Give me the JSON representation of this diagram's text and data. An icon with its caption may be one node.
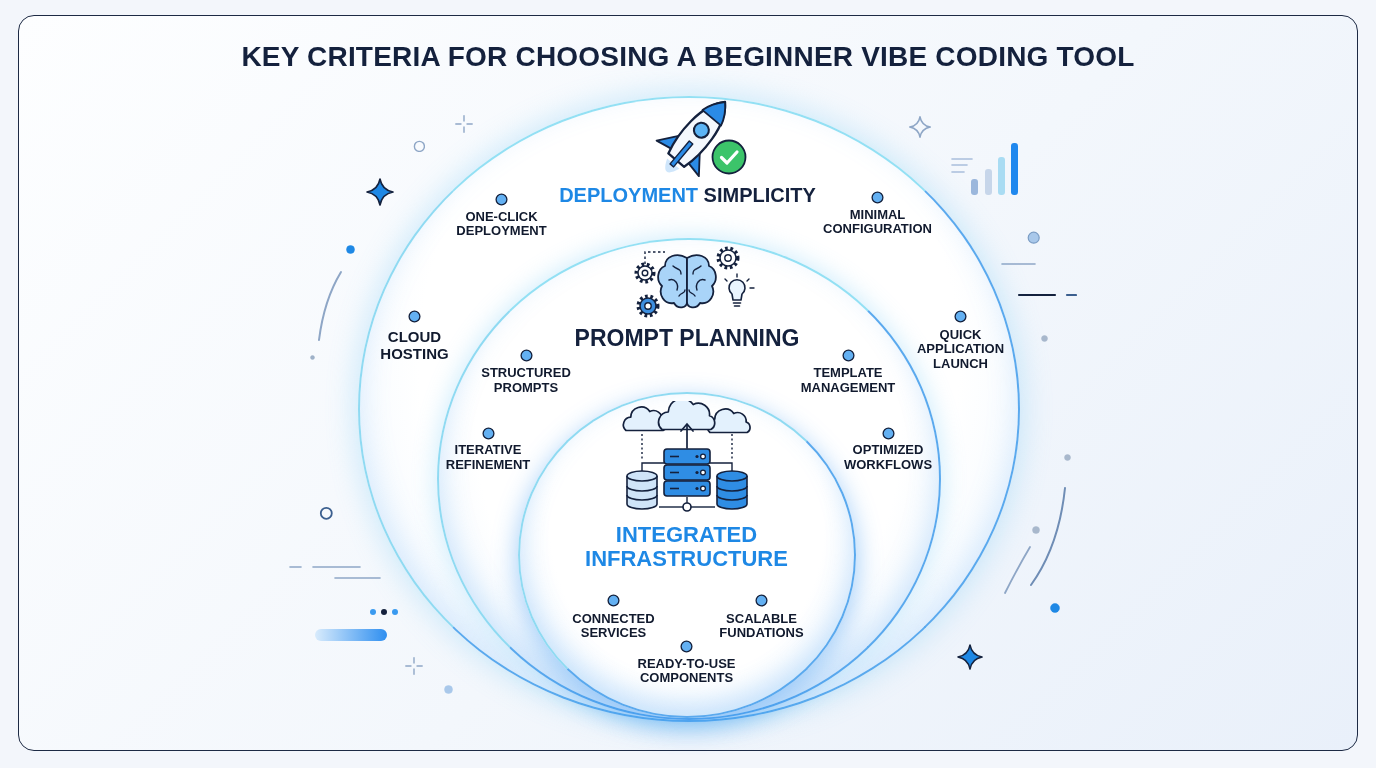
{
  "diagram": {
    "title": "KEY CRITERIA FOR CHOOSING A BEGINNER VIBE CODING TOOL",
    "nodes": [
      {
        "text": [
          "DEPLOYMENT SIMPLICITY",
          "ONE-CLICK DEPLOYMENT",
          "MINIMAL CONFIGURATION",
          "CLOUD HOSTING",
          "QUICK APPLICATION LAUNCH"
        ]
      },
      {
        "text": [
          "PROMPT PLANNING",
          "STRUCTURED PROMPTS",
          "TEMPLATE MANAGEMENT",
          "ITERATIVE REFINEMENT",
          "OPTIMIZED WORKFLOWS"
        ],
        "in": 0
      },
      {
        "text": [
          "INTEGRATED INFRASTRUCTURE",
          "CONNECTED SERVICES",
          "SCALABLE FUNDATIONS",
          "READY-TO-USE COMPONENTS"
        ],
        "in": 1
      }
    ]
  }
}
